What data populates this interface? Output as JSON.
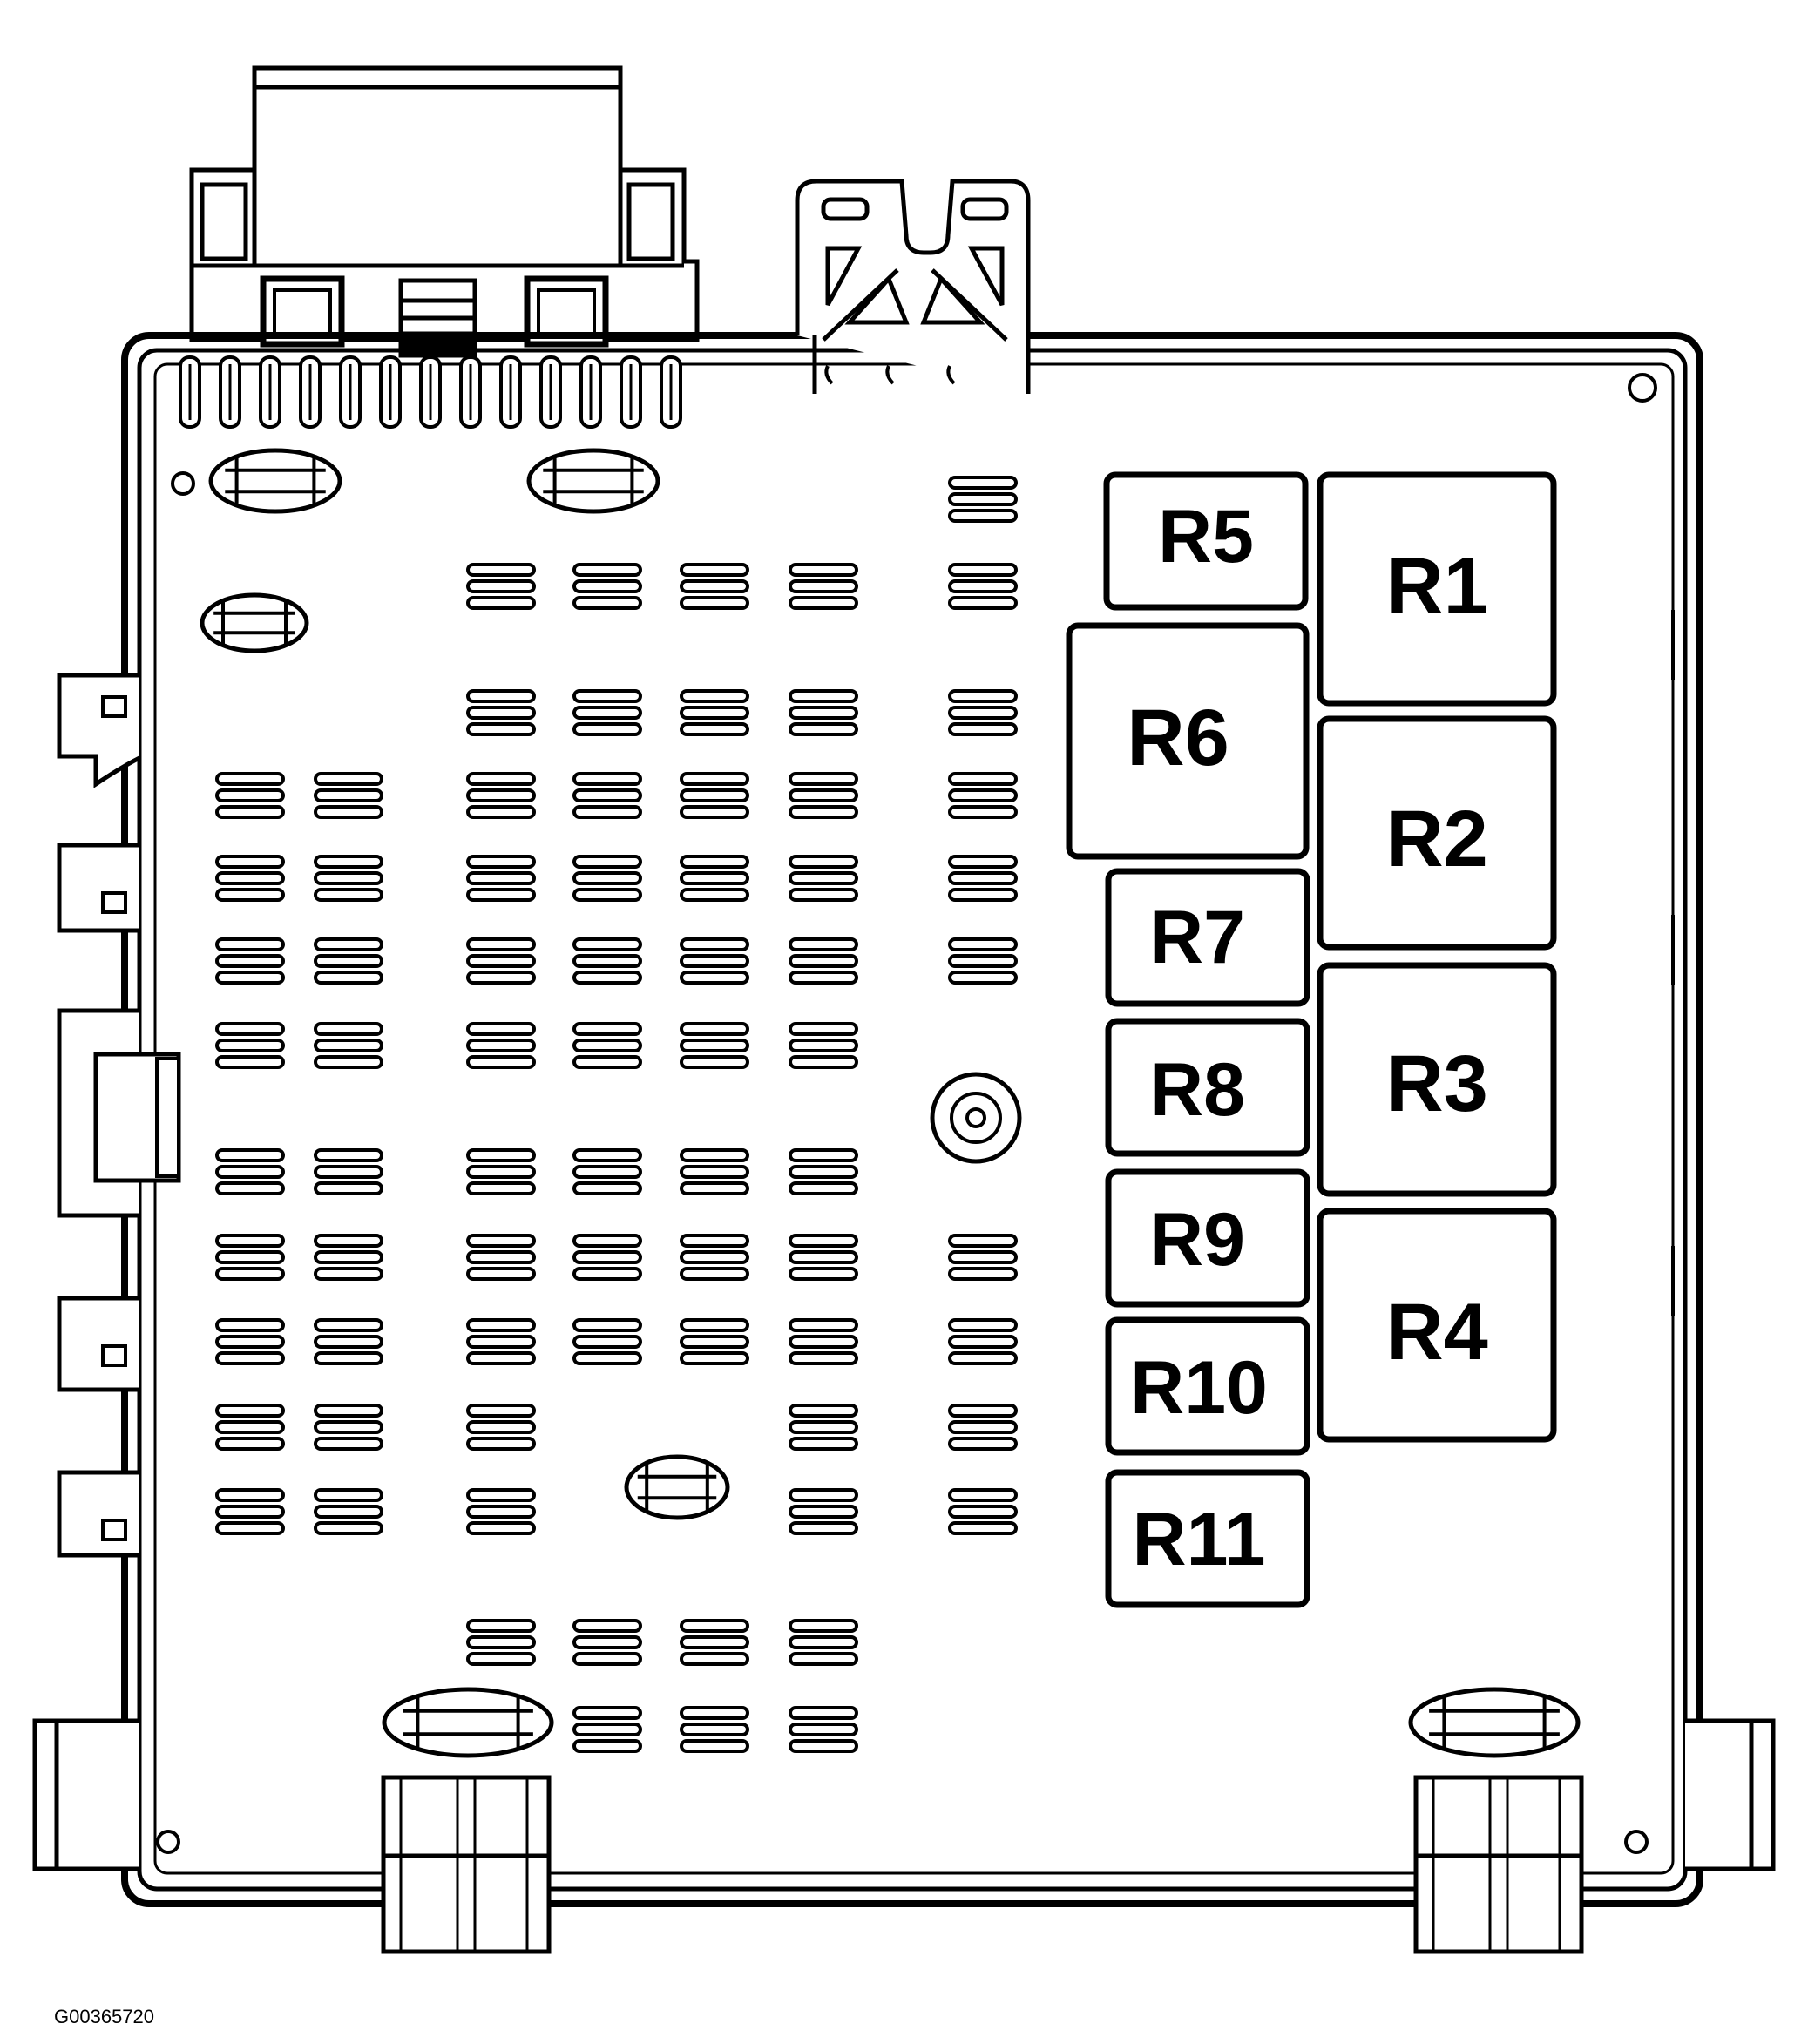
{
  "diagram": {
    "relays": [
      {
        "id": "R1",
        "label": "R1"
      },
      {
        "id": "R2",
        "label": "R2"
      },
      {
        "id": "R3",
        "label": "R3"
      },
      {
        "id": "R4",
        "label": "R4"
      },
      {
        "id": "R5",
        "label": "R5"
      },
      {
        "id": "R6",
        "label": "R6"
      },
      {
        "id": "R7",
        "label": "R7"
      },
      {
        "id": "R8",
        "label": "R8"
      },
      {
        "id": "R9",
        "label": "R9"
      },
      {
        "id": "R10",
        "label": "R10"
      },
      {
        "id": "R11",
        "label": "R11"
      }
    ],
    "image_code": "G00365720",
    "line_color": "#000000",
    "background_color": "#ffffff"
  }
}
